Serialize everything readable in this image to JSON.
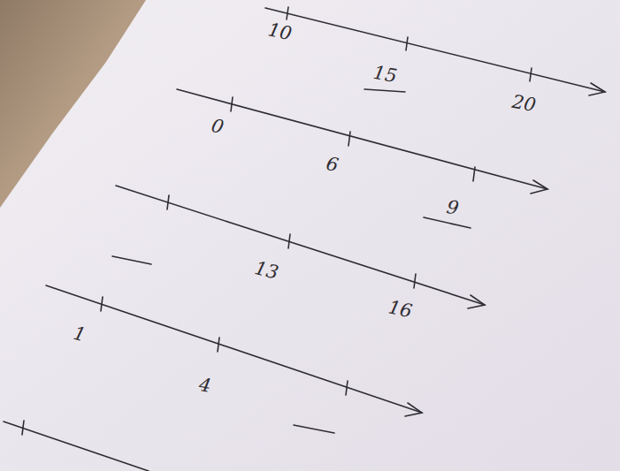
{
  "diagram": {
    "labels": [
      "10",
      "15",
      "20",
      "0",
      "6",
      "9",
      "13",
      "16",
      "1",
      "4"
    ]
  }
}
